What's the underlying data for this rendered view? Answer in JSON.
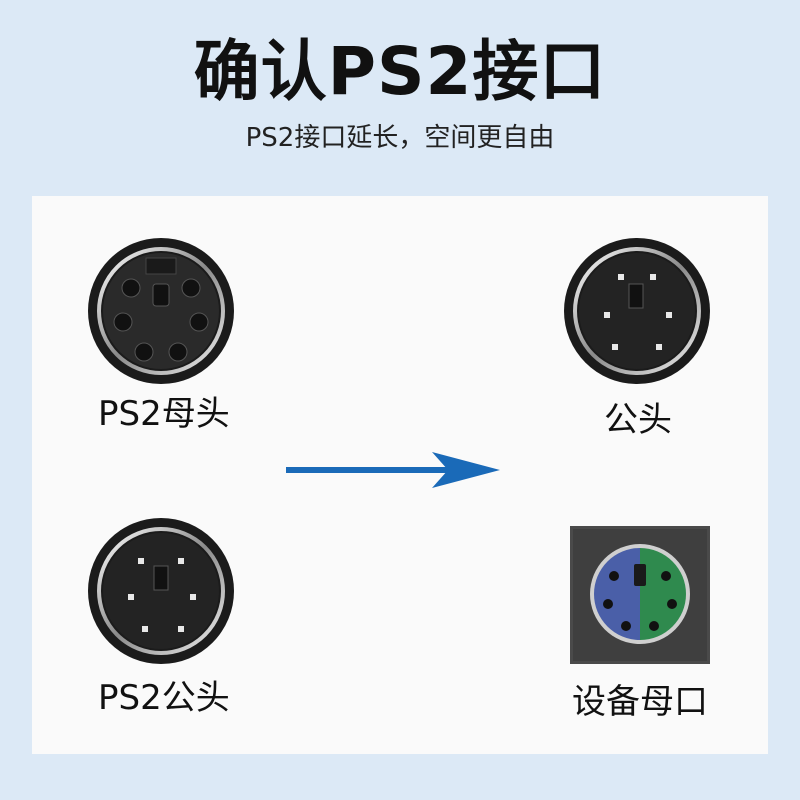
{
  "title": "确认PS2接口",
  "subtitle": "PS2接口延长，空间更自由",
  "labels": {
    "female": "PS2母头",
    "male_top": "公头",
    "male": "PS2公头",
    "device": "设备母口"
  },
  "colors": {
    "background": "#dce9f6",
    "panel": "#fafafa",
    "arrow": "#1a6ab8",
    "port_purple": "#4a5fa8",
    "port_green": "#2f8a4e"
  }
}
